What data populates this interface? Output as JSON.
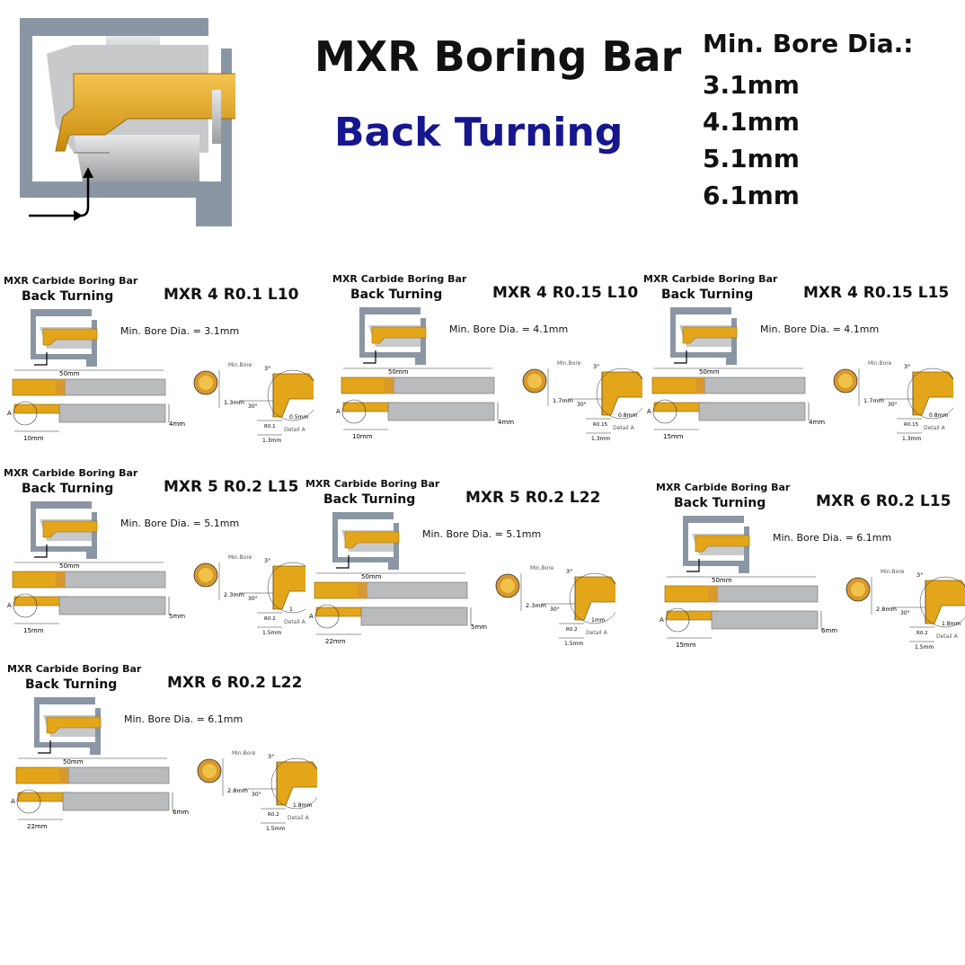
{
  "header": {
    "title": "MXR Boring Bar",
    "subtitle": "Back Turning",
    "bore_heading": "Min. Bore Dia.:",
    "bore_values": [
      "3.1mm",
      "4.1mm",
      "5.1mm",
      "6.1mm"
    ]
  },
  "colors": {
    "gold": "#e3a51a",
    "steel": "#b9bbbd",
    "blue_text": "#16168f",
    "housing": "#8a96a3"
  },
  "card_common": {
    "brand": "MXR Carbide Boring Bar",
    "subtitle": "Back Turning",
    "total_length": "50mm",
    "min_bore_tag": "Min.Bore",
    "detail_label": "Detail A",
    "marker": "A",
    "angle_top": "3°",
    "angle_side": "30°"
  },
  "cards": [
    {
      "model": "MXR 4 R0.1 L10",
      "bore": "Min. Bore Dia. = 3.1mm",
      "length": "10mm",
      "shank": "4mm",
      "h": "1.3mm",
      "radius": "R0.1",
      "w": "1.3mm",
      "edge": "0.5mm"
    },
    {
      "model": "MXR 4 R0.15 L10",
      "bore": "Min. Bore Dia. = 4.1mm",
      "length": "10mm",
      "shank": "4mm",
      "h": "1.7mm",
      "radius": "R0.15",
      "w": "1.3mm",
      "edge": "0.8mm"
    },
    {
      "model": "MXR 4 R0.15 L15",
      "bore": "Min. Bore Dia. = 4.1mm",
      "length": "15mm",
      "shank": "4mm",
      "h": "1.7mm",
      "radius": "R0.15",
      "w": "1.3mm",
      "edge": "0.8mm"
    },
    {
      "model": "MXR 5 R0.2 L15",
      "bore": "Min. Bore Dia. = 5.1mm",
      "length": "15mm",
      "shank": "5mm",
      "h": "2.3mm",
      "radius": "R0.2",
      "w": "1.5mm",
      "edge": "1"
    },
    {
      "model": "MXR 5 R0.2 L22",
      "bore": "Min. Bore Dia. = 5.1mm",
      "length": "22mm",
      "shank": "5mm",
      "h": "2.3mm",
      "radius": "R0.2",
      "w": "1.5mm",
      "edge": "1mm"
    },
    {
      "model": "MXR 6 R0.2 L15",
      "bore": "Min. Bore Dia. = 6.1mm",
      "length": "15mm",
      "shank": "6mm",
      "h": "2.8mm",
      "radius": "R0.2",
      "w": "1.5mm",
      "edge": "1.8mm"
    },
    {
      "model": "MXR 6 R0.2 L22",
      "bore": "Min. Bore Dia. = 6.1mm",
      "length": "22mm",
      "shank": "6mm",
      "h": "2.8mm",
      "radius": "R0.2",
      "w": "1.5mm",
      "edge": "1.8mm"
    }
  ]
}
